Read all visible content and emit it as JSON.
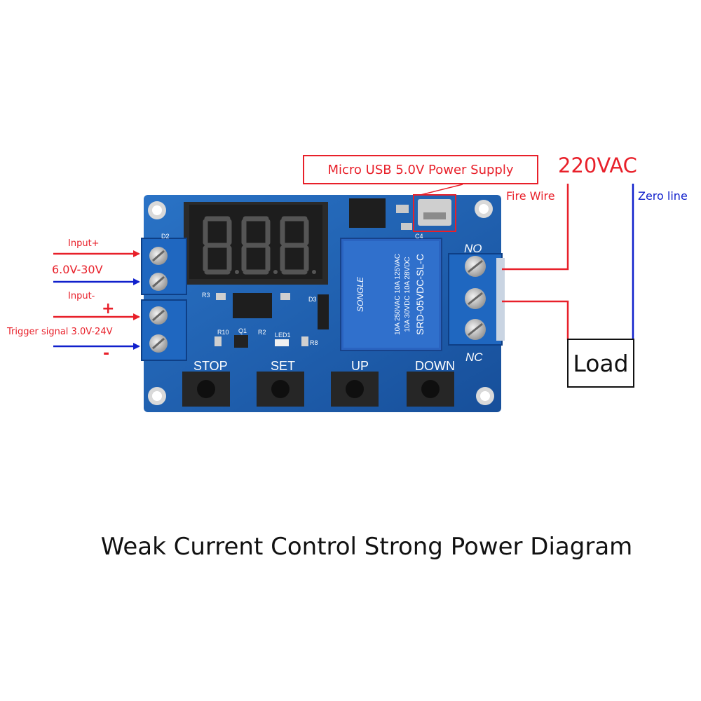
{
  "usb_label": "Micro USB 5.0V Power Supply",
  "vac_label": "220VAC",
  "fire_wire_label": "Fire Wire",
  "zero_line_label": "Zero line",
  "load_label": "Load",
  "left_labels": {
    "input_plus": "Input+",
    "voltage_range": "6.0V-30V",
    "input_minus": "Input-",
    "trigger_plus": "+",
    "trigger_signal": "Trigger signal 3.0V-24V",
    "trigger_minus": "-"
  },
  "board": {
    "display_digits": "888",
    "relay_brand": "SONGLE",
    "relay_ratings": [
      "10A 250VAC  10A 125VAC",
      "10A 30VDC  10A 28VDC"
    ],
    "relay_model": "SRD-05VDC-SL-C",
    "terminal_no": "NO",
    "terminal_nc": "NC",
    "buttons": [
      "STOP",
      "SET",
      "UP",
      "DOWN"
    ],
    "silkscreen": [
      "D2",
      "R3",
      "R10",
      "Q1",
      "R2",
      "LED1",
      "R8",
      "C4",
      "D3"
    ]
  },
  "caption": "Weak Current Control Strong Power Diagram",
  "colors": {
    "red": "#e8202a",
    "blue": "#1020cc",
    "pcb": "#1a5fb0"
  }
}
